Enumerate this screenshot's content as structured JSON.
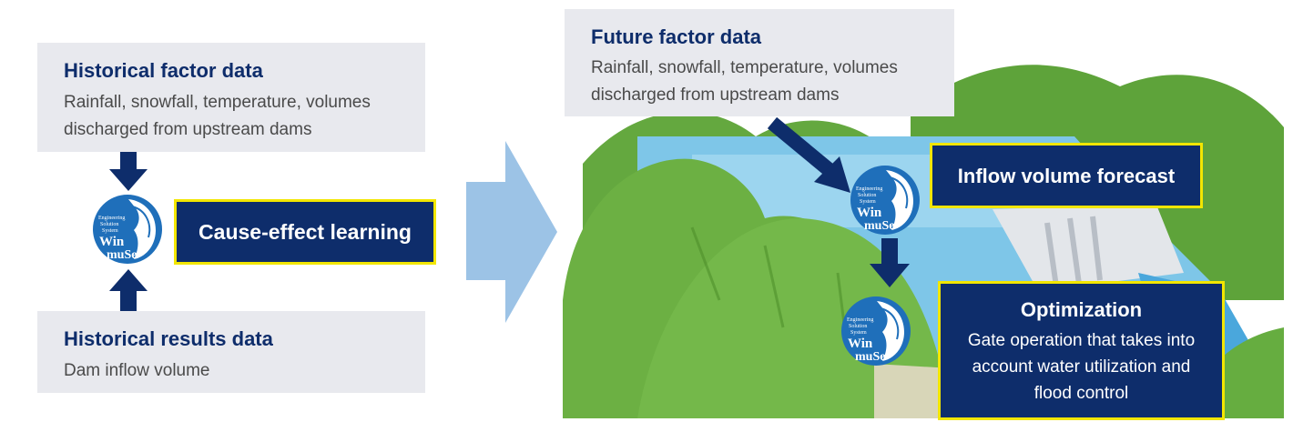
{
  "historical_factor": {
    "title": "Historical factor data",
    "text": "Rainfall, snowfall, temperature, volumes discharged from upstream dams"
  },
  "historical_results": {
    "title": "Historical results data",
    "text": "Dam inflow volume"
  },
  "cause_effect": {
    "label": "Cause-effect learning"
  },
  "future_factor": {
    "title": "Future factor data",
    "text": "Rainfall, snowfall, temperature, volumes discharged from upstream dams"
  },
  "inflow_forecast": {
    "label": "Inflow volume forecast"
  },
  "optimization": {
    "title": "Optimization",
    "text": "Gate operation that takes into account water utilization and flood control"
  },
  "logo": {
    "line1": "Engineering",
    "line2": "Solution",
    "line3": "System",
    "word1": "Win",
    "word2": "muSe"
  },
  "colors": {
    "navy": "#0e2d6b",
    "yellow_border": "#f2e600",
    "panel": "#e8e9ee",
    "arrow_light": "#9cc3e6",
    "logo_blue": "#1f6fba",
    "green": "#6cb043"
  }
}
